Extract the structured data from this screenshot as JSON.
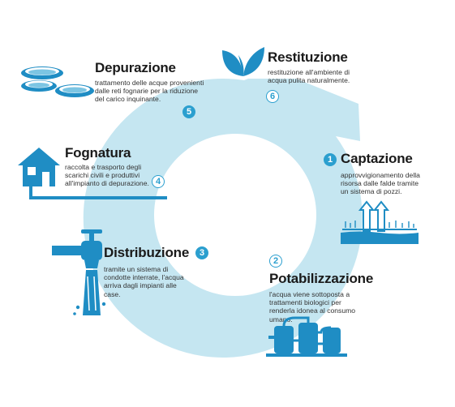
{
  "colors": {
    "ring": "#c5e6f1",
    "accent": "#2b9fcf",
    "icon_blue": "#1f8dc4",
    "text": "#1a1a1a"
  },
  "steps": [
    {
      "number": "1",
      "title": "Captazione",
      "description": "approvvigionamento della risorsa dalle falde tramite un sistema di pozzi.",
      "icon": "wells-icon"
    },
    {
      "number": "2",
      "title": "Potabilizzazione",
      "description": "l'acqua viene sottoposta a trattamenti biologici per renderla idonea al consumo umano.",
      "icon": "treatment-tanks-icon"
    },
    {
      "number": "3",
      "title": "Distribuzione",
      "description": "tramite un sistema di condotte interrate, l'acqua arriva dagli impianti alle case.",
      "icon": "water-tap-icon"
    },
    {
      "number": "4",
      "title": "Fognatura",
      "description": "raccolta e trasporto degli scarichi civili e produttivi all'impianto di depurazione.",
      "icon": "house-sewer-icon"
    },
    {
      "number": "5",
      "title": "Depurazione",
      "description": "trattamento delle acque provenienti dalle reti fognarie per la riduzione del carico inquinante.",
      "icon": "purification-basins-icon"
    },
    {
      "number": "6",
      "title": "Restituzione",
      "description": "restituzione all'ambiente di acqua pulita naturalmente.",
      "icon": "leaves-icon"
    }
  ]
}
